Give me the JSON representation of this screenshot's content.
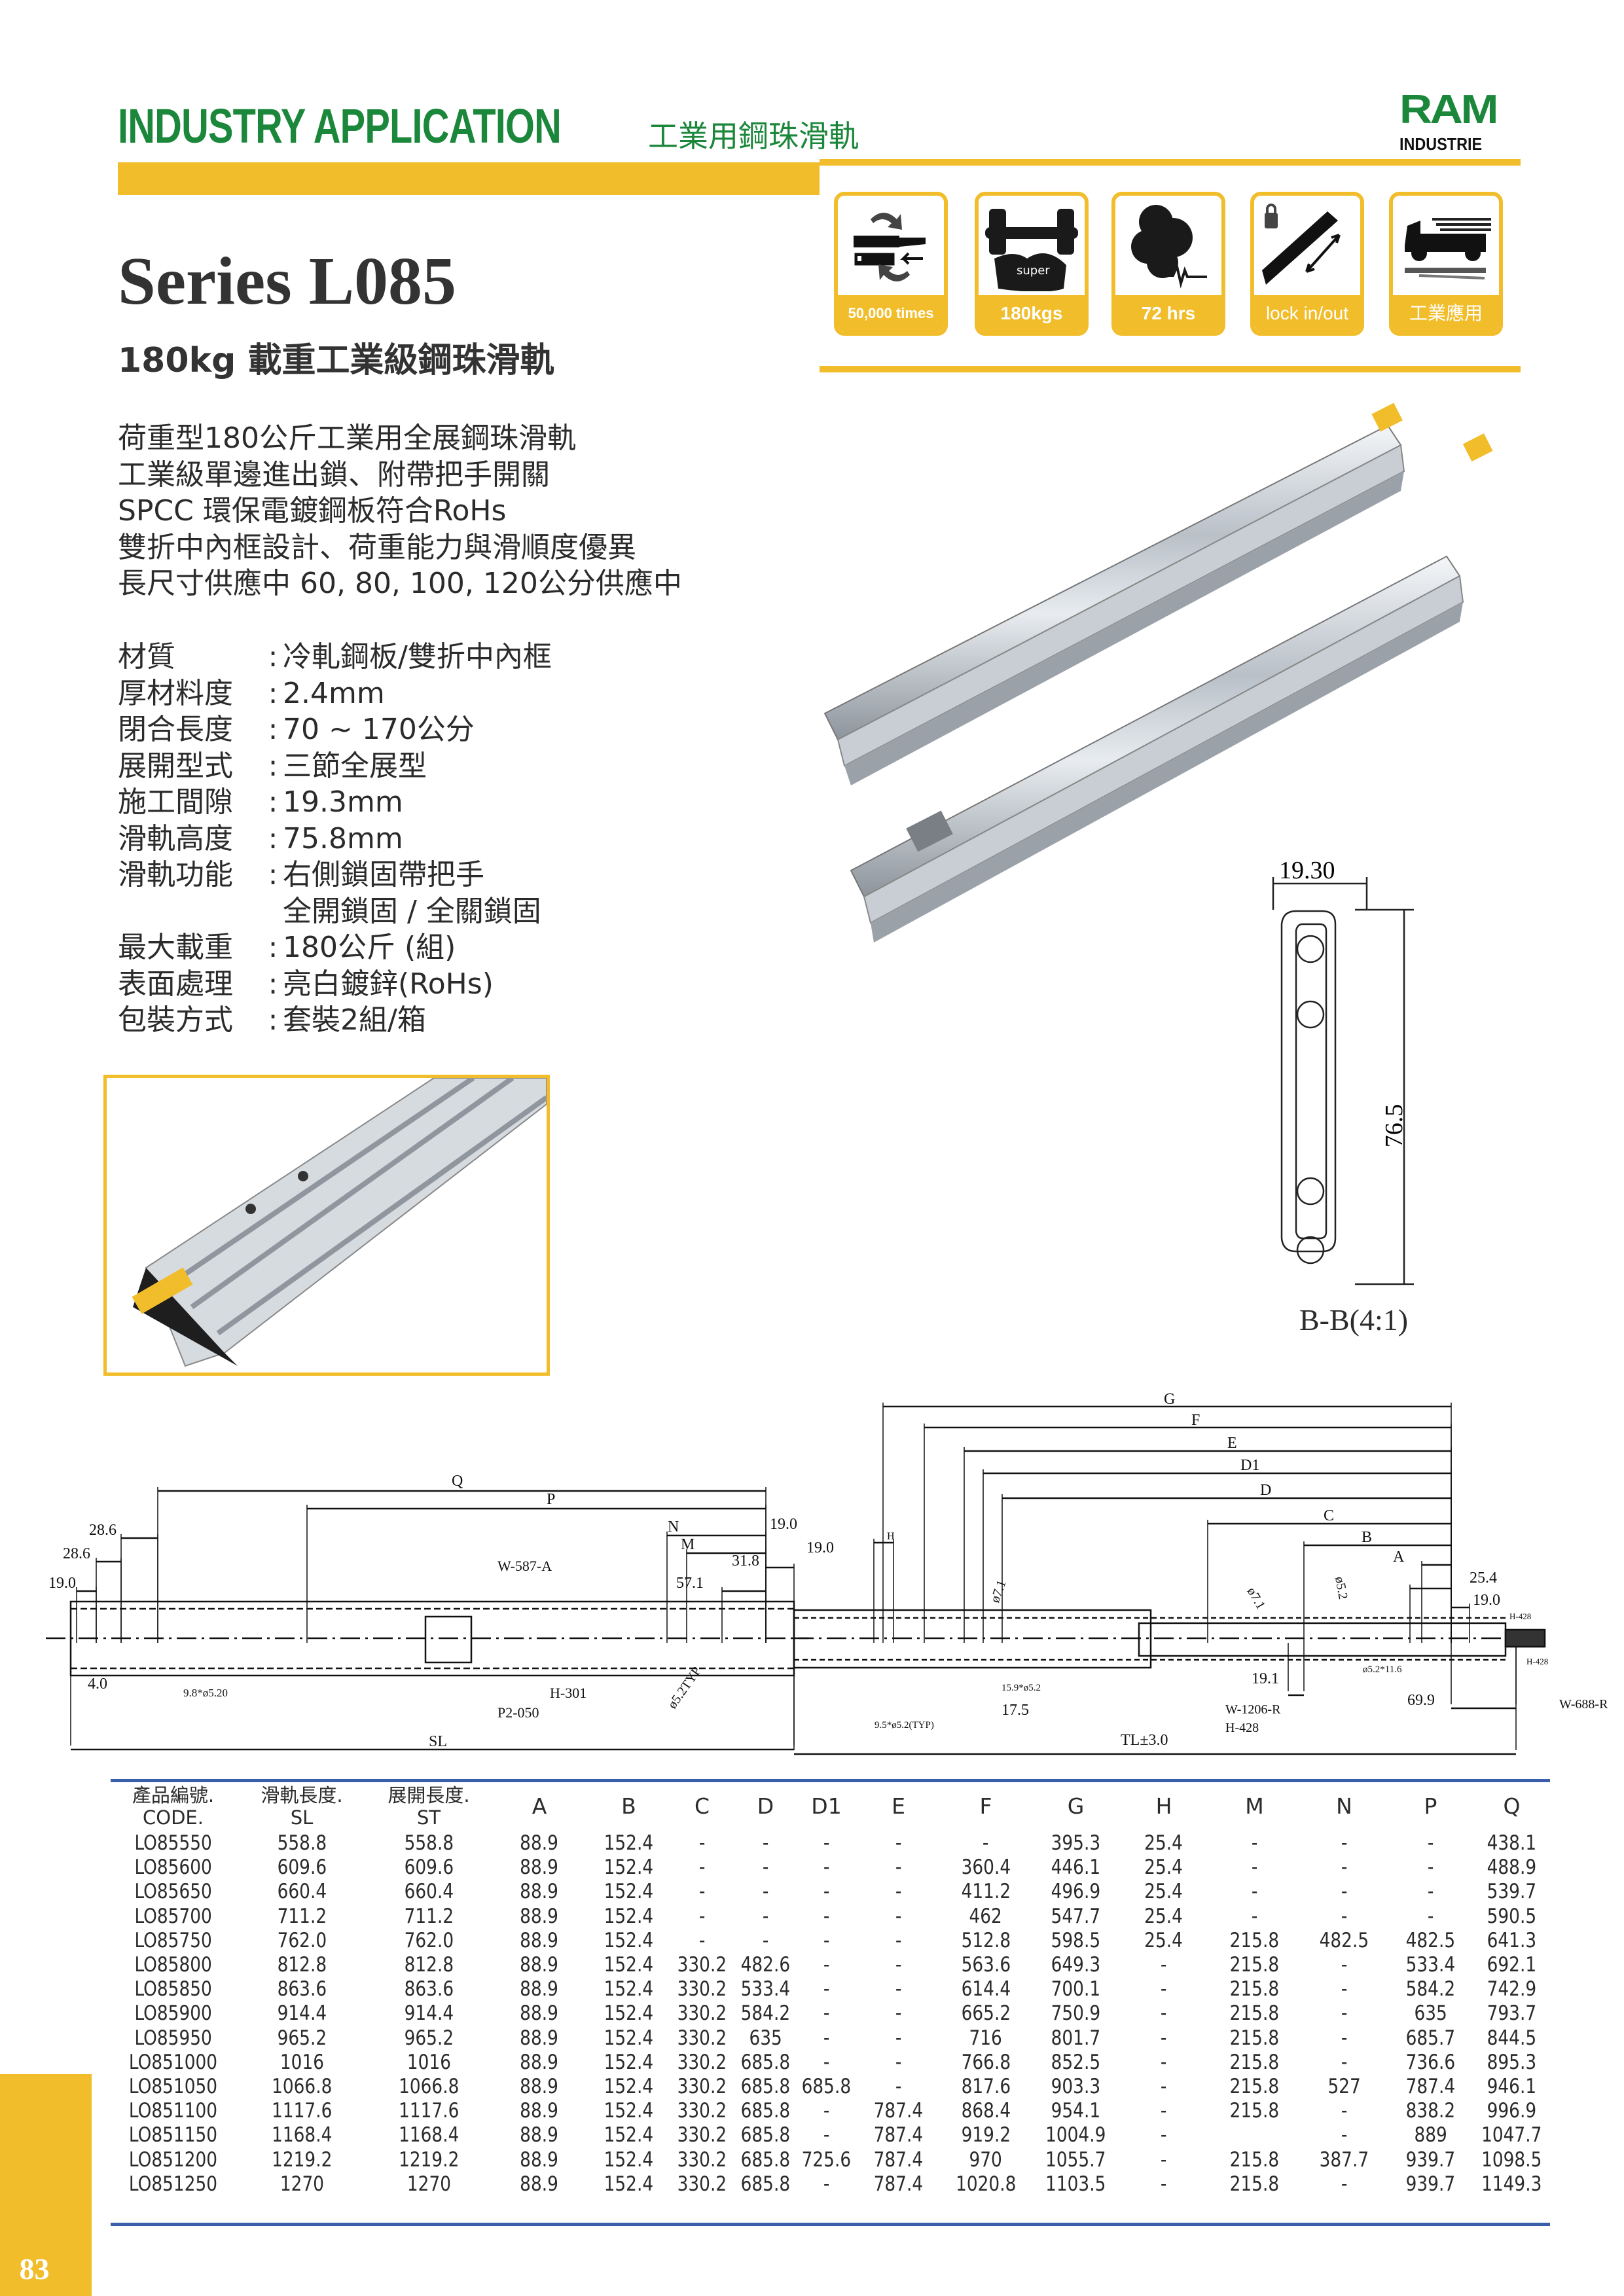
{
  "header": {
    "title_en": "INDUSTRY APPLICATION",
    "title_zh": "工業用鋼珠滑軌",
    "logo_main": "RAM",
    "logo_sub": "INDUSTRIE"
  },
  "features": [
    {
      "icon": "cycle-slide-icon",
      "label": "50,000 times"
    },
    {
      "icon": "weight-super-icon",
      "label": "180kgs",
      "icon_text": "super"
    },
    {
      "icon": "salt-spray-icon",
      "label": "72 hrs"
    },
    {
      "icon": "lock-slide-icon",
      "label": "lock in/out"
    },
    {
      "icon": "truck-icon",
      "label": "工業應用"
    }
  ],
  "product": {
    "series": "Series L085",
    "subtitle": "180kg 載重工業級鋼珠滑軌",
    "description": [
      "荷重型180公斤工業用全展鋼珠滑軌",
      "工業級單邊進出鎖、附帶把手開關",
      "SPCC 環保電鍍鋼板符合RoHs",
      "雙折中內框設計、荷重能力與滑順度優異",
      "長尺寸供應中 60, 80, 100, 120公分供應中"
    ],
    "specs": [
      {
        "key": "材質",
        "value": "冷軋鋼板/雙折中內框"
      },
      {
        "key": "厚材料度",
        "value": "2.4mm"
      },
      {
        "key": "閉合長度",
        "value": "70 ~ 170公分"
      },
      {
        "key": "展開型式",
        "value": "三節全展型"
      },
      {
        "key": "施工間隙",
        "value": "19.3mm"
      },
      {
        "key": "滑軌高度",
        "value": "75.8mm"
      },
      {
        "key": "滑軌功能",
        "value": "右側鎖固帶把手",
        "value2": "全開鎖固 / 全關鎖固"
      },
      {
        "key": "最大載重",
        "value": "180公斤 (組)"
      },
      {
        "key": "表面處理",
        "value": "亮白鍍鋅(RoHs)"
      },
      {
        "key": "包裝方式",
        "value": "套裝2組/箱"
      }
    ],
    "separator": ":"
  },
  "cross_section": {
    "width_dim": "19.30",
    "height_dim": "76.5",
    "label": "B-B(4:1)"
  },
  "drawing": {
    "left": {
      "Q": "Q",
      "P": "P",
      "N": "N",
      "M": "M",
      "d28a": "28.6",
      "d28b": "28.6",
      "d19a": "19.0",
      "d19b": "19.0",
      "d19c": "19.0",
      "d318": "31.8",
      "d571": "57.1",
      "d40": "4.0",
      "hole": "9.8*ø5.20",
      "w587": "W-587-A",
      "h301": "H-301",
      "p2050": "P2-050",
      "typ": "ø5.2TYP",
      "SL": "SL"
    },
    "right": {
      "G": "G",
      "F": "F",
      "E": "E",
      "D1": "D1",
      "D": "D",
      "C": "C",
      "B": "B",
      "A": "A",
      "H": "H",
      "d254": "25.4",
      "d190": "19.0",
      "d699": "69.9",
      "d191": "19.1",
      "d175": "17.5",
      "phi71a": "ø7.1",
      "phi71b": "ø7.1",
      "phi52": "ø5.2",
      "slot": "ø5.2*11.6",
      "hole159": "15.9*ø5.2",
      "hole95": "9.5*ø5.2(TYP)",
      "w1206": "W-1206-R",
      "h428a": "H-428",
      "h428b": "H-428",
      "h428c": "H-428",
      "w688": "W-688-R",
      "TL": "TL±3.0"
    }
  },
  "table": {
    "headers": [
      {
        "zh": "產品編號.",
        "en": "CODE."
      },
      {
        "zh": "滑軌長度.",
        "en": "SL"
      },
      {
        "zh": "展開長度.",
        "en": "ST"
      },
      {
        "en": "A"
      },
      {
        "en": "B"
      },
      {
        "en": "C"
      },
      {
        "en": "D"
      },
      {
        "en": "D1"
      },
      {
        "en": "E"
      },
      {
        "en": "F"
      },
      {
        "en": "G"
      },
      {
        "en": "H"
      },
      {
        "en": "M"
      },
      {
        "en": "N"
      },
      {
        "en": "P"
      },
      {
        "en": "Q"
      }
    ],
    "rows": [
      [
        "LO85550",
        "558.8",
        "558.8",
        "88.9",
        "152.4",
        "-",
        "-",
        "-",
        "-",
        "-",
        "395.3",
        "25.4",
        "-",
        "-",
        "-",
        "438.1"
      ],
      [
        "LO85600",
        "609.6",
        "609.6",
        "88.9",
        "152.4",
        "-",
        "-",
        "-",
        "-",
        "360.4",
        "446.1",
        "25.4",
        "-",
        "-",
        "-",
        "488.9"
      ],
      [
        "LO85650",
        "660.4",
        "660.4",
        "88.9",
        "152.4",
        "-",
        "-",
        "-",
        "-",
        "411.2",
        "496.9",
        "25.4",
        "-",
        "-",
        "-",
        "539.7"
      ],
      [
        "LO85700",
        "711.2",
        "711.2",
        "88.9",
        "152.4",
        "-",
        "-",
        "-",
        "-",
        "462",
        "547.7",
        "25.4",
        "-",
        "-",
        "-",
        "590.5"
      ],
      [
        "LO85750",
        "762.0",
        "762.0",
        "88.9",
        "152.4",
        "-",
        "-",
        "-",
        "-",
        "512.8",
        "598.5",
        "25.4",
        "215.8",
        "482.5",
        "482.5",
        "641.3"
      ],
      [
        "LO85800",
        "812.8",
        "812.8",
        "88.9",
        "152.4",
        "330.2",
        "482.6",
        "-",
        "-",
        "563.6",
        "649.3",
        "-",
        "215.8",
        "-",
        "533.4",
        "692.1"
      ],
      [
        "LO85850",
        "863.6",
        "863.6",
        "88.9",
        "152.4",
        "330.2",
        "533.4",
        "-",
        "-",
        "614.4",
        "700.1",
        "-",
        "215.8",
        "-",
        "584.2",
        "742.9"
      ],
      [
        "LO85900",
        "914.4",
        "914.4",
        "88.9",
        "152.4",
        "330.2",
        "584.2",
        "-",
        "-",
        "665.2",
        "750.9",
        "-",
        "215.8",
        "-",
        "635",
        "793.7"
      ],
      [
        "LO85950",
        "965.2",
        "965.2",
        "88.9",
        "152.4",
        "330.2",
        "635",
        "-",
        "-",
        "716",
        "801.7",
        "-",
        "215.8",
        "-",
        "685.7",
        "844.5"
      ],
      [
        "LO851000",
        "1016",
        "1016",
        "88.9",
        "152.4",
        "330.2",
        "685.8",
        "-",
        "-",
        "766.8",
        "852.5",
        "-",
        "215.8",
        "-",
        "736.6",
        "895.3"
      ],
      [
        "LO851050",
        "1066.8",
        "1066.8",
        "88.9",
        "152.4",
        "330.2",
        "685.8",
        "685.8",
        "-",
        "817.6",
        "903.3",
        "-",
        "215.8",
        "527",
        "787.4",
        "946.1"
      ],
      [
        "LO851100",
        "1117.6",
        "1117.6",
        "88.9",
        "152.4",
        "330.2",
        "685.8",
        "-",
        "787.4",
        "868.4",
        "954.1",
        "-",
        "215.8",
        "-",
        "838.2",
        "996.9"
      ],
      [
        "LO851150",
        "1168.4",
        "1168.4",
        "88.9",
        "152.4",
        "330.2",
        "685.8",
        "-",
        "787.4",
        "919.2",
        "1004.9",
        "-",
        "",
        "-",
        "889",
        "1047.7"
      ],
      [
        "LO851200",
        "1219.2",
        "1219.2",
        "88.9",
        "152.4",
        "330.2",
        "685.8",
        "725.6",
        "787.4",
        "970",
        "1055.7",
        "-",
        "215.8",
        "387.7",
        "939.7",
        "1098.5"
      ],
      [
        "LO851250",
        "1270",
        "1270",
        "88.9",
        "152.4",
        "330.2",
        "685.8",
        "-",
        "787.4",
        "1020.8",
        "1103.5",
        "-",
        "215.8",
        "-",
        "939.7",
        "1149.3"
      ]
    ]
  },
  "page_number": "83",
  "colors": {
    "brand_green": "#1b873b",
    "accent_yellow": "#f2bd2a",
    "table_rule_blue": "#3a5ea8",
    "text": "#2b2b2b"
  }
}
